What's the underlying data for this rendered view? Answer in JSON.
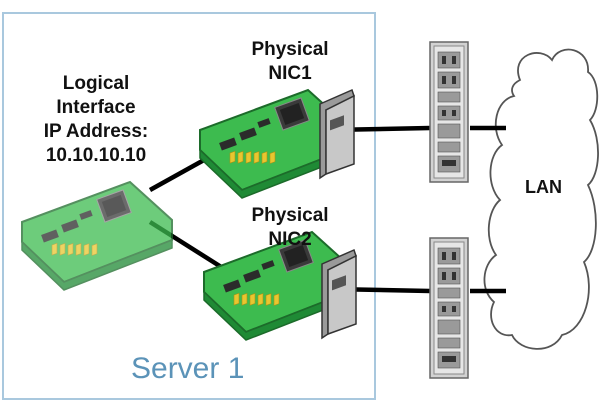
{
  "server": {
    "name": "Server 1",
    "border_color": "#a9c8de",
    "name_color": "#5b93b8"
  },
  "logical_interface": {
    "lines": [
      "Logical",
      "Interface",
      "IP Address:",
      "10.10.10.10"
    ]
  },
  "nics": [
    {
      "lines": [
        "Physical",
        "NIC1"
      ]
    },
    {
      "lines": [
        "Physical",
        "NIC2"
      ]
    }
  ],
  "network": {
    "label": "LAN"
  },
  "colors": {
    "nic_green": "#3dbb4f",
    "nic_dark": "#1f8a35",
    "pins_gold": "#e8c630",
    "bracket_gray": "#9a9a9a",
    "cable": "#000000",
    "cloud_stroke": "#555555"
  },
  "icons": {
    "nic": "network-card-icon",
    "switch": "network-switch-icon",
    "cloud": "lan-cloud-icon"
  }
}
